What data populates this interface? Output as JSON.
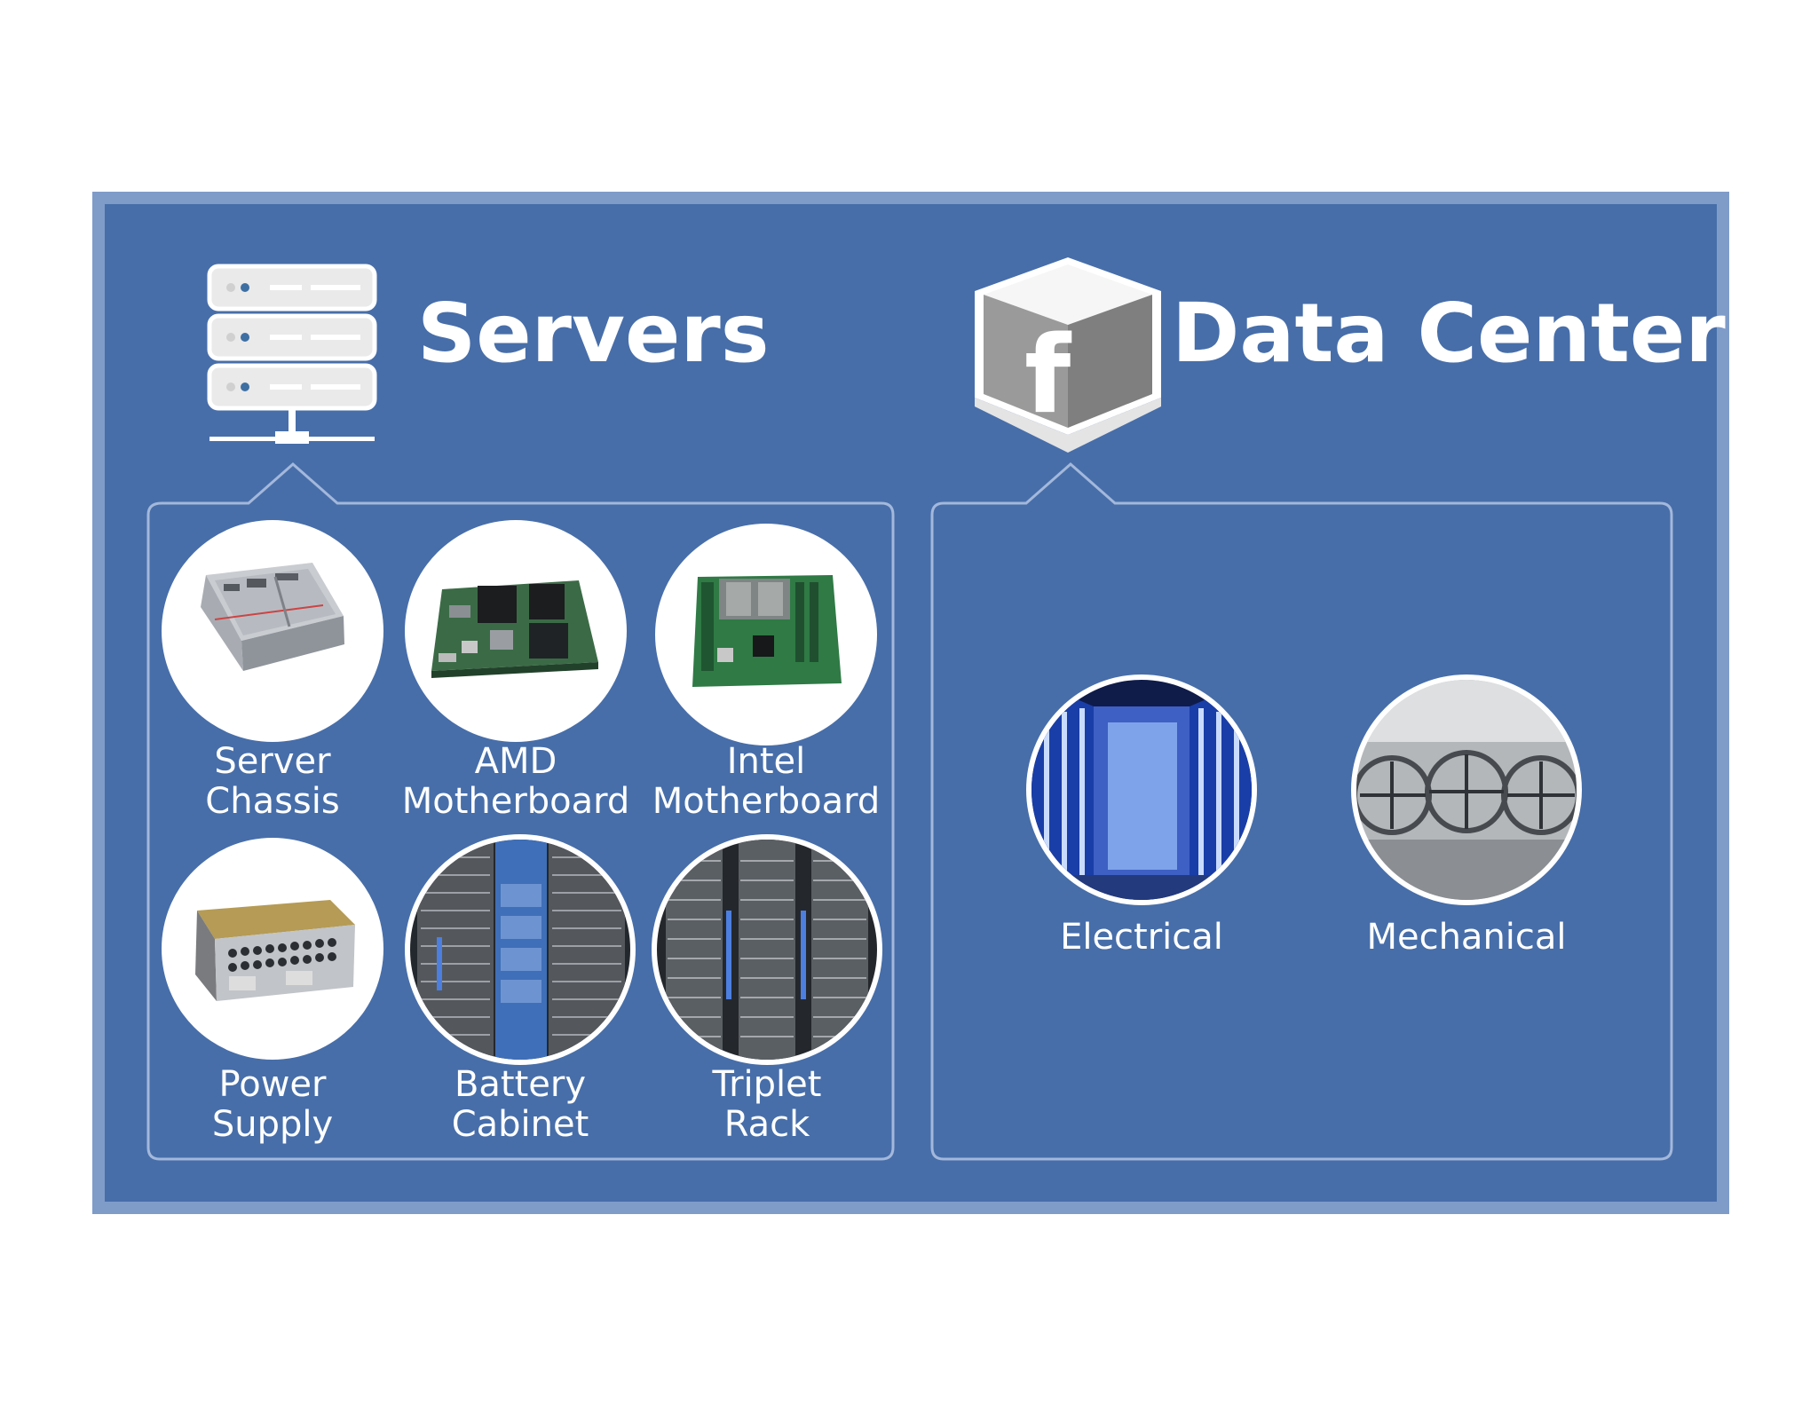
{
  "sections": {
    "servers": {
      "title": "Servers",
      "items": [
        {
          "line1": "Server",
          "line2": "Chassis"
        },
        {
          "line1": "AMD",
          "line2": "Motherboard"
        },
        {
          "line1": "Intel",
          "line2": "Motherboard"
        },
        {
          "line1": "Power",
          "line2": "Supply"
        },
        {
          "line1": "Battery",
          "line2": "Cabinet"
        },
        {
          "line1": "Triplet",
          "line2": "Rack"
        }
      ]
    },
    "datacenter": {
      "title": "Data Center",
      "logo_letter": "f",
      "items": [
        {
          "label": "Electrical"
        },
        {
          "label": "Mechanical"
        }
      ]
    }
  },
  "colors": {
    "background": "#476ea9",
    "border": "#7f9cc9",
    "text": "#ffffff"
  }
}
